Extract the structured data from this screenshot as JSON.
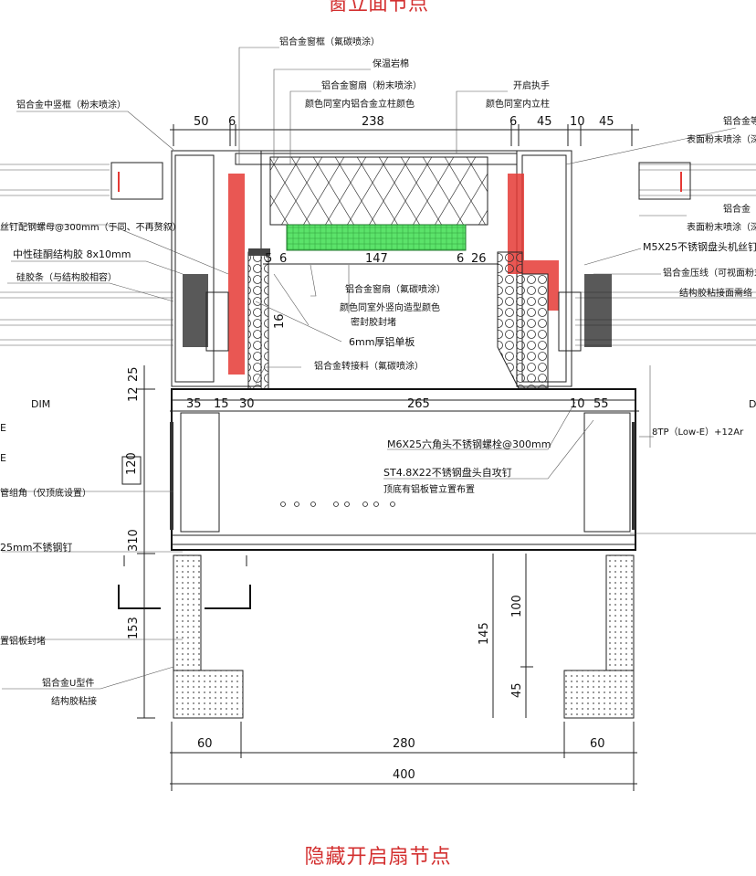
{
  "title_top": "窗立面节点",
  "caption": "隐藏开启扇节点",
  "labels": {
    "frame_top": "铝合金窗框（氟碳喷涂）",
    "insulation": "保温岩棉",
    "sash_powder": "铝合金窗扇（粉末喷涂）",
    "sash_color_in": "颜色同室内铝合金立柱颜色",
    "handle": "开启执手",
    "handle_color": "颜色同室内立柱",
    "mullion": "铝合金中竖框（粉末喷涂）",
    "right_top1": "铝合金等",
    "right_top1b": "表面粉末喷涂（深",
    "right_top2": "铝合金",
    "right_top2b": "表面粉末喷涂（深",
    "m5_screw": "M5X25不锈钢盘头机丝钉",
    "press_line": "铝合金压线（可视面粉末",
    "struct_bond": "结构胶粘接面需络",
    "bolt_left": "丝钉配钢螺母@300mm（于同、不再赘叙）",
    "neutral_silicone": "中性硅酮结构胶 8x10mm",
    "spacer": "硅胶条（与结构胶相容）",
    "sash_fluor": "铝合金窗扇（氟碳喷涂）",
    "sash_color_out": "颜色同室外竖向造型颜色",
    "sealant": "密封胶封堵",
    "aluminium_6mm": "6mm厚铝单板",
    "adapter": "铝合金转接料（氟碳喷涂）",
    "dim_left": "DIM",
    "dim_right": "D",
    "m6_bolt": "M6X25六角头不锈钢螺栓@300mm",
    "st_screw": "ST4.8X22不锈钢盘头自攻钉",
    "bottom_plate": "顶底有铝板管立置布置",
    "glass": "8TP（Low-E）+12Ar",
    "corner": "管组角（仅顶底设置）",
    "screw_25": "25mm不锈钢钉",
    "al_seal": "置铝板封堵",
    "u_profile": "铝合金U型件",
    "u_bond": "结构胶粘接",
    "left_e1": "E",
    "left_e2": "E"
  },
  "dims": {
    "d50": "50",
    "d6a": "6",
    "d238": "238",
    "d6b": "6",
    "d45a": "45",
    "d10": "10",
    "d45b": "45",
    "d5": "5",
    "d6c": "6",
    "d147": "147",
    "d6d": "6",
    "d26": "26",
    "d16": "16",
    "d25": "25",
    "d12": "12",
    "d35": "35",
    "d15": "15",
    "d30": "30",
    "d265": "265",
    "d10b": "10",
    "d55": "55",
    "d120": "120",
    "d310": "310",
    "d153": "153",
    "d100": "100",
    "d145": "145",
    "d45c": "45",
    "d60a": "60",
    "d280": "280",
    "d60b": "60",
    "d400": "400"
  },
  "colors": {
    "caption": "#d32f2f",
    "gasket_red": "#e53935",
    "insulation_green": "#5be36a"
  }
}
